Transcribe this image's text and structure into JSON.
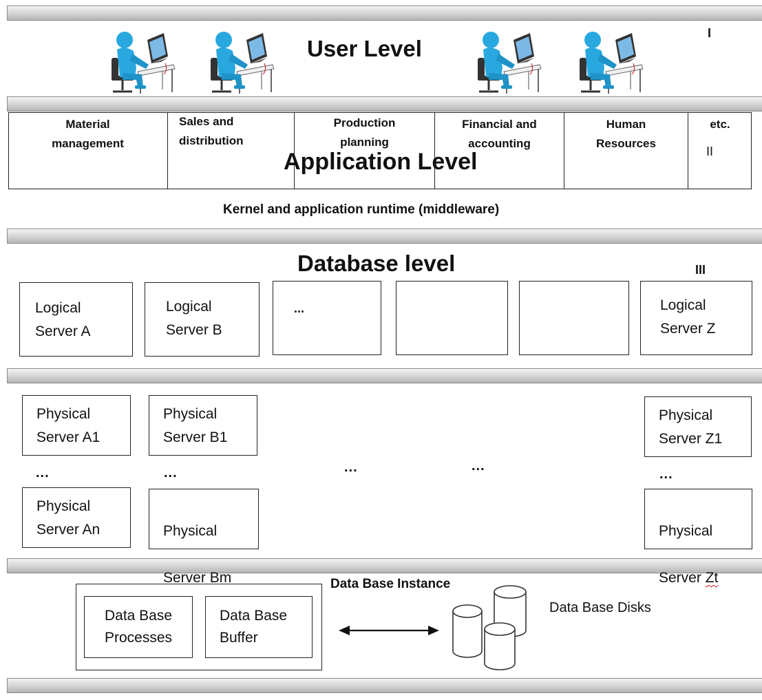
{
  "user_level": {
    "title": "User Level",
    "numeral": "I"
  },
  "application_level": {
    "title": "Application Level",
    "numeral": "II",
    "modules": [
      "Material\nmanagement",
      "Sales and\ndistribution",
      "Production\nplanning",
      "Financial and\naccounting",
      "Human\nResources",
      "etc."
    ]
  },
  "middleware_label": "Kernel and application runtime (middleware)",
  "database_level": {
    "title": "Database level",
    "numeral": "III",
    "logical_servers": [
      "Logical\nServer A",
      "Logical\nServer B",
      "...",
      "",
      "",
      "Logical\nServer Z"
    ]
  },
  "physical": {
    "a1": "Physical\nServer A1",
    "b1": "Physical\nServer B1",
    "z1": "Physical\nServer Z1",
    "an": "Physical\nServer An",
    "bm_line1": "Physical",
    "bm_line2_prefix": "Server ",
    "bm_line2_suffix": "Bm",
    "zt_line1": "Physical",
    "zt_line2_prefix": "Server ",
    "zt_line2_suffix": "Zt",
    "ellipsis": "..."
  },
  "instance": {
    "title": "Data Base Instance",
    "processes": "Data Base\nProcesses",
    "buffer": "Data Base\nBuffer",
    "disks": "Data Base Disks"
  }
}
